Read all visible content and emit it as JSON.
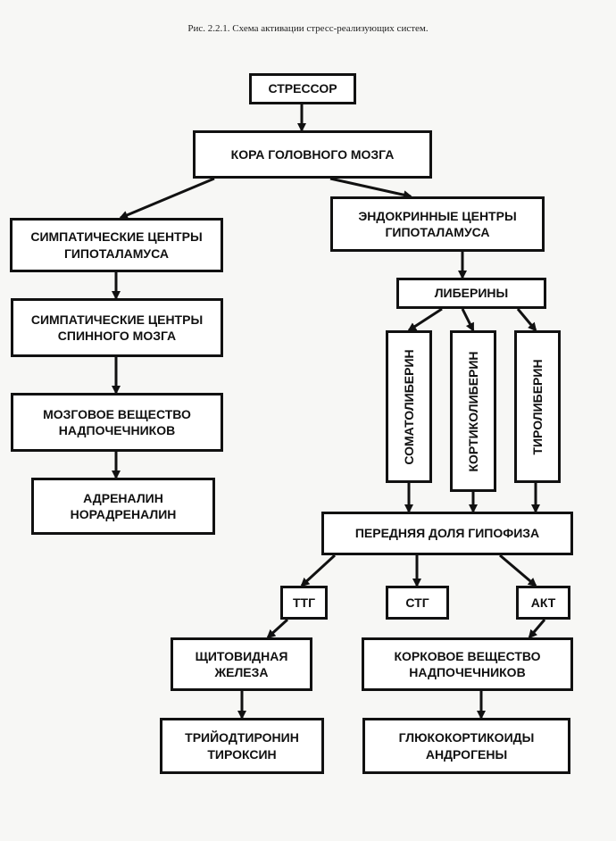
{
  "caption": "Рис. 2.2.1. Схема активации стресс-реализующих систем.",
  "nodes": {
    "stressor": "СТРЕССОР",
    "cortex": "КОРА ГОЛОВНОГО МОЗГА",
    "sympathetic_hypothalamus": "СИМПАТИЧЕСКИЕ ЦЕНТРЫ\nГИПОТАЛАМУСА",
    "endocrine_hypothalamus": "ЭНДОКРИННЫЕ ЦЕНТРЫ\nГИПОТАЛАМУСА",
    "sympathetic_spinal": "СИМПАТИЧЕСКИЕ ЦЕНТРЫ\nСПИННОГО МОЗГА",
    "liberins": "ЛИБЕРИНЫ",
    "adrenal_medulla": "МОЗГОВОЕ ВЕЩЕСТВО\nНАДПОЧЕЧНИКОВ",
    "somatoliberin": "СОМАТОЛИБЕРИН",
    "corticoliberin": "КОРТИКОЛИБЕРИН",
    "tiroliberin": "ТИРОЛИБЕРИН",
    "adrenaline": "АДРЕНАЛИН\nНОРАДРЕНАЛИН",
    "anterior_pituitary": "ПЕРЕДНЯЯ ДОЛЯ ГИПОФИЗА",
    "ttg": "ТТГ",
    "stg": "СТГ",
    "akt": "АКТ",
    "thyroid": "ЩИТОВИДНАЯ\nЖЕЛЕЗА",
    "adrenal_cortex": "КОРКОВОЕ ВЕЩЕСТВО\nНАДПОЧЕЧНИКОВ",
    "thyroid_hormones": "ТРИЙОДТИРОНИН\nТИРОКСИН",
    "cortex_hormones": "ГЛЮКОКОРТИКОИДЫ\nАНДРОГЕНЫ"
  }
}
